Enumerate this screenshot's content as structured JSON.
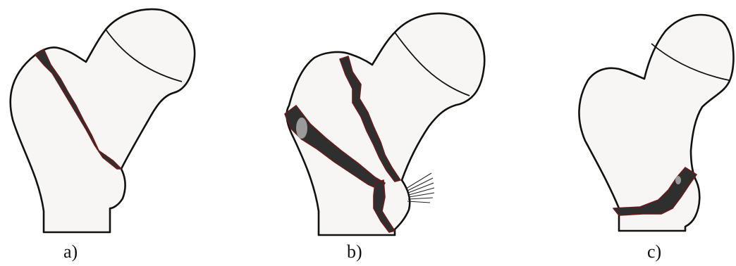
{
  "figure": {
    "panels": [
      {
        "id": "a",
        "label": "a)"
      },
      {
        "id": "b",
        "label": "b)"
      },
      {
        "id": "c",
        "label": "c)"
      }
    ],
    "colors": {
      "bone_fill": "#f7f6f4",
      "outline": "#111111",
      "fracture_fill": "#2f2f2f",
      "fracture_edge": "#6b1a1a"
    }
  }
}
